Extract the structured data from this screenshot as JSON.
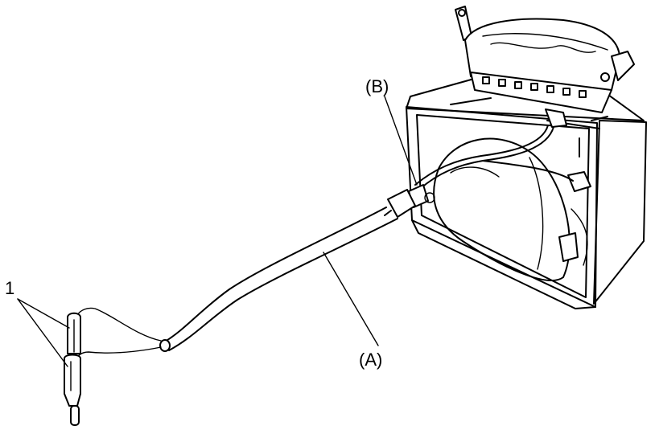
{
  "callouts": {
    "item_1": "1",
    "item_a": "(A)",
    "item_b": "(B)"
  },
  "colors": {
    "line": "#000000",
    "background": "#ffffff"
  }
}
